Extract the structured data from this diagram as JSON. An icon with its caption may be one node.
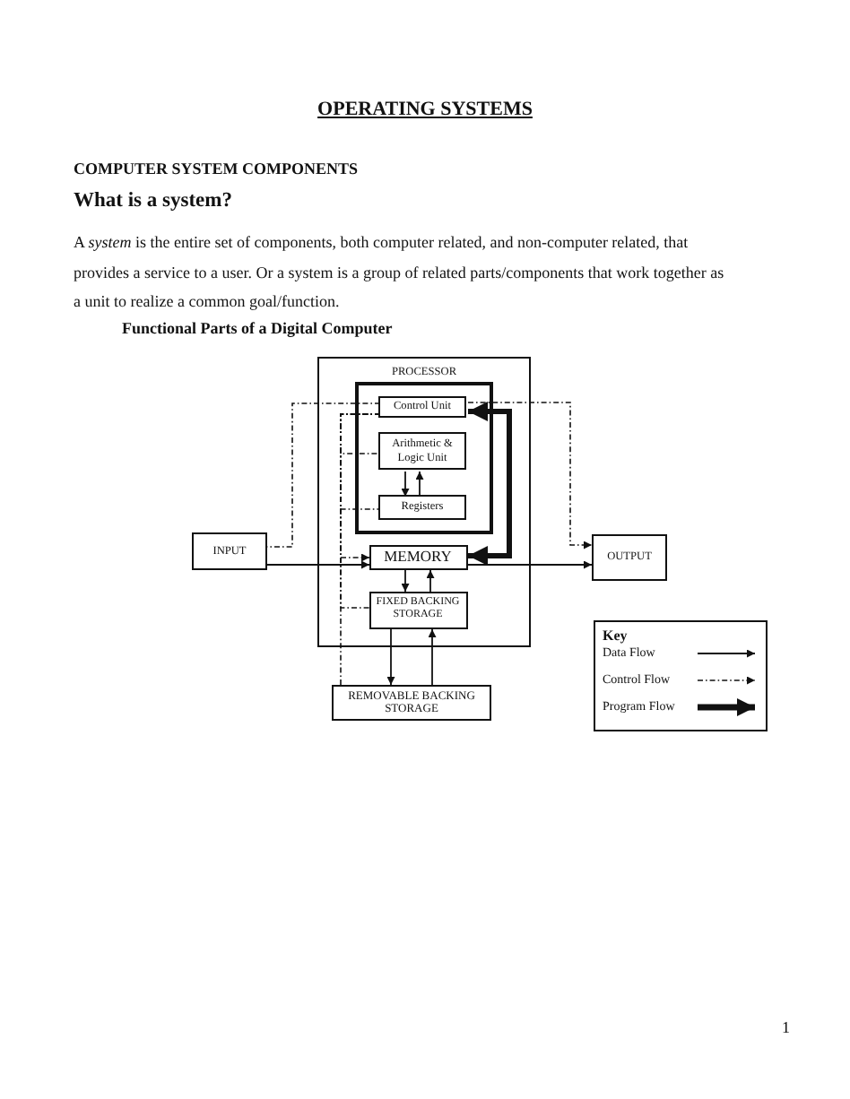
{
  "diagram": {
    "title": "OPERATING SYSTEMS",
    "nodes": [
      {
        "text": [
          "PROCESSOR"
        ]
      },
      {
        "text": [],
        "shape": "box",
        "in": 0
      },
      {
        "text": [
          "Control Unit"
        ],
        "in": 1
      },
      {
        "text": [
          "Arithmetic & Logic Unit"
        ],
        "in": 1
      },
      {
        "text": [
          "Registers"
        ],
        "in": 1
      },
      {
        "text": [
          "MEMORY"
        ],
        "in": 0
      },
      {
        "text": [
          "FIXED BACKING STORAGE"
        ],
        "in": 0
      },
      {
        "text": [
          "INPUT"
        ]
      },
      {
        "text": [
          "OUTPUT"
        ]
      },
      {
        "text": [
          "REMOVABLE BACKING STORAGE"
        ]
      }
    ],
    "edges": [
      {
        "from": 7,
        "to": 5,
        "arrow": "to"
      },
      {
        "from": 5,
        "to": 8,
        "arrow": "to"
      },
      {
        "from": 3,
        "to": 4,
        "arrow": "to"
      },
      {
        "from": 4,
        "to": 3,
        "arrow": "to"
      },
      {
        "from": 5,
        "to": 6,
        "arrow": "to"
      },
      {
        "from": 6,
        "to": 5,
        "arrow": "to"
      },
      {
        "from": 6,
        "to": 9,
        "arrow": "to"
      },
      {
        "from": 9,
        "to": 6,
        "arrow": "to"
      },
      {
        "from": 5,
        "to": 2,
        "arrow": "both",
        "style": "thick"
      },
      {
        "from": 2,
        "to": 7,
        "arrow": "none",
        "style": "dashed"
      },
      {
        "from": 2,
        "to": 8,
        "arrow": "to",
        "style": "dashed"
      },
      {
        "from": 2,
        "to": 3,
        "arrow": "none",
        "style": "dashed"
      },
      {
        "from": 2,
        "to": 4,
        "arrow": "none",
        "style": "dashed"
      },
      {
        "from": 2,
        "to": 5,
        "arrow": "to",
        "style": "dashed"
      },
      {
        "from": 2,
        "to": 6,
        "arrow": "none",
        "style": "dashed"
      },
      {
        "from": 2,
        "to": 9,
        "arrow": "none",
        "style": "dashed"
      }
    ],
    "labels": [
      "COMPUTER SYSTEM COMPONENTS",
      "What is a system?",
      "A *system* is the entire set of components, both computer related, and non-computer related, that provides a service to a user. Or a system is a group of related parts/components that work together as a unit to realize a common goal/function.",
      "Functional Parts of a Digital Computer",
      "Key",
      "1"
    ],
    "legend": [
      {
        "text": "Data Flow"
      },
      {
        "text": "Control Flow"
      },
      {
        "text": "Program Flow"
      }
    ]
  }
}
